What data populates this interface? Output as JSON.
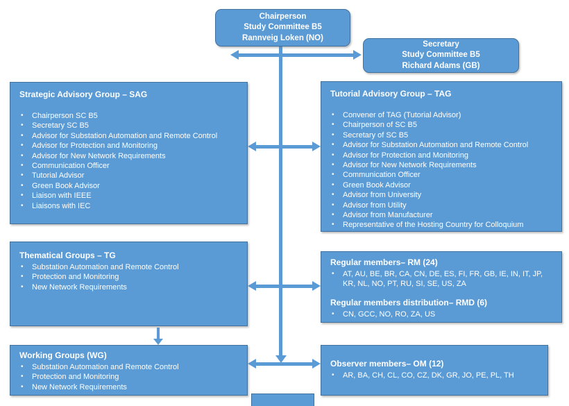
{
  "palette": {
    "box_fill": "#5B9BD5",
    "box_border": "#41719C",
    "arrow": "#5B9BD5",
    "text": "#FFFFFF",
    "background": "#FFFFFF"
  },
  "nodes": {
    "chairperson": {
      "lines": [
        "Chairperson",
        "Study Committee B5",
        "Rannveig Loken (NO)"
      ]
    },
    "secretary": {
      "lines": [
        "Secretary",
        "Study Committee B5",
        "Richard Adams (GB)"
      ]
    },
    "sag": {
      "title": "Strategic Advisory Group – SAG",
      "items": [
        "Chairperson SC B5",
        "Secretary SC B5",
        "Advisor for Substation Automation and Remote Control",
        "Advisor for Protection and Monitoring",
        "Advisor for New Network Requirements",
        "Communication Officer",
        "Tutorial Advisor",
        "Green Book Advisor",
        "Liaison with IEEE",
        "Liaisons with IEC"
      ]
    },
    "tag": {
      "title": "Tutorial Advisory Group – TAG",
      "items": [
        "Convener of TAG (Tutorial Advisor)",
        "Chairperson of SC B5",
        "Secretary of SC B5",
        "Advisor for Substation Automation and Remote Control",
        "Advisor for Protection and Monitoring",
        "Advisor for New Network Requirements",
        "Communication Officer",
        "Green Book Advisor",
        "Advisor from University",
        "Advisor from Utility",
        "Advisor from Manufacturer",
        "Representative of the Hosting Country for Colloquium"
      ]
    },
    "tg": {
      "title": "Thematical Groups – TG",
      "items": [
        "Substation Automation and Remote Control",
        "Protection and Monitoring",
        "New Network Requirements"
      ]
    },
    "rm": {
      "title": "Regular members– RM (24)",
      "items": [
        "AT, AU, BE, BR, CA, CN, DE, ES, FI, FR, GB, IE, IN, IT, JP, KR, NL, NO, PT, RU, SI, SE, US, ZA"
      ]
    },
    "rmd": {
      "title": "Regular members distribution– RMD (6)",
      "items": [
        "CN, GCC, NO, RO, ZA, US"
      ]
    },
    "wg": {
      "title": "Working Groups (WG)",
      "items": [
        "Substation Automation and Remote Control",
        "Protection and Monitoring",
        "New Network Requirements"
      ]
    },
    "om": {
      "title": "Observer members– OM (12)",
      "items": [
        "AR, BA, CH, CL, CO, CZ, DK, GR, JO, PE, PL, TH"
      ]
    }
  }
}
